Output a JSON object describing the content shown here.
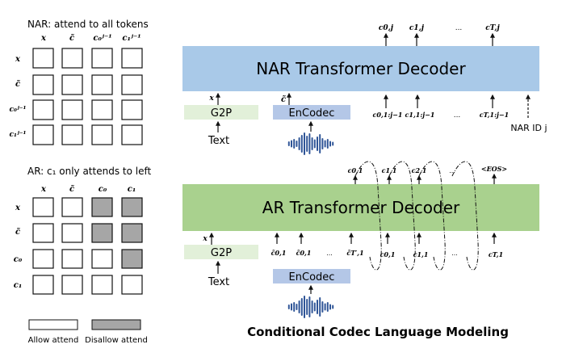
{
  "colors": {
    "nar_decoder": "#a9c9e8",
    "ar_decoder": "#a9d18e",
    "g2p_box": "#e2f0d9",
    "encodec_box": "#b4c7e7",
    "waveform": "#2f5597",
    "disallow_cell": "#a6a6a6",
    "allow_cell": "#ffffff"
  },
  "nar_matrix": {
    "title": "NAR:  attend to all tokens",
    "col_labels": [
      "x",
      "c̃",
      "c₀ʲ⁻¹",
      "c₁ʲ⁻¹"
    ],
    "row_labels": [
      "x",
      "c̃",
      "c₀ʲ⁻¹",
      "c₁ʲ⁻¹"
    ],
    "cells": [
      [
        0,
        0,
        0,
        0
      ],
      [
        0,
        0,
        0,
        0
      ],
      [
        0,
        0,
        0,
        0
      ],
      [
        0,
        0,
        0,
        0
      ]
    ]
  },
  "ar_matrix": {
    "title": "AR: c₁ only attends to left",
    "col_labels": [
      "x",
      "c̃",
      "c₀",
      "c₁"
    ],
    "row_labels": [
      "x",
      "c̃",
      "c₀",
      "c₁"
    ],
    "cells": [
      [
        0,
        0,
        1,
        1
      ],
      [
        0,
        0,
        1,
        1
      ],
      [
        0,
        0,
        0,
        1
      ],
      [
        0,
        0,
        0,
        0
      ]
    ]
  },
  "legend": {
    "allow": "Allow attend",
    "disallow": "Disallow attend"
  },
  "nar": {
    "decoder_label": "NAR Transformer Decoder",
    "g2p_label": "G2P",
    "encodec_label": "EnCodec",
    "text_label": "Text",
    "x_label": "x",
    "c_tilde_label": "c̃",
    "outputs": [
      "c0,j",
      "c1,j",
      "...",
      "cT,j"
    ],
    "inputs": [
      "c0,1:j−1",
      "c1,1:j−1",
      "...",
      "cT,1:j−1"
    ],
    "nar_id_label": "NAR ID j"
  },
  "ar": {
    "decoder_label": "AR Transformer Decoder",
    "g2p_label": "G2P",
    "encodec_label": "EnCodec",
    "text_label": "Text",
    "x_label": "x",
    "outputs": [
      "c0,1",
      "c1,1",
      "c2,1",
      "...",
      "<EOS>"
    ],
    "inputs": [
      "c̃0,1",
      "c̃0,1",
      "...",
      "c̃T′,1",
      "c0,1",
      "c1,1",
      "...",
      "cT,1"
    ]
  },
  "caption": "Conditional Codec Language Modeling"
}
